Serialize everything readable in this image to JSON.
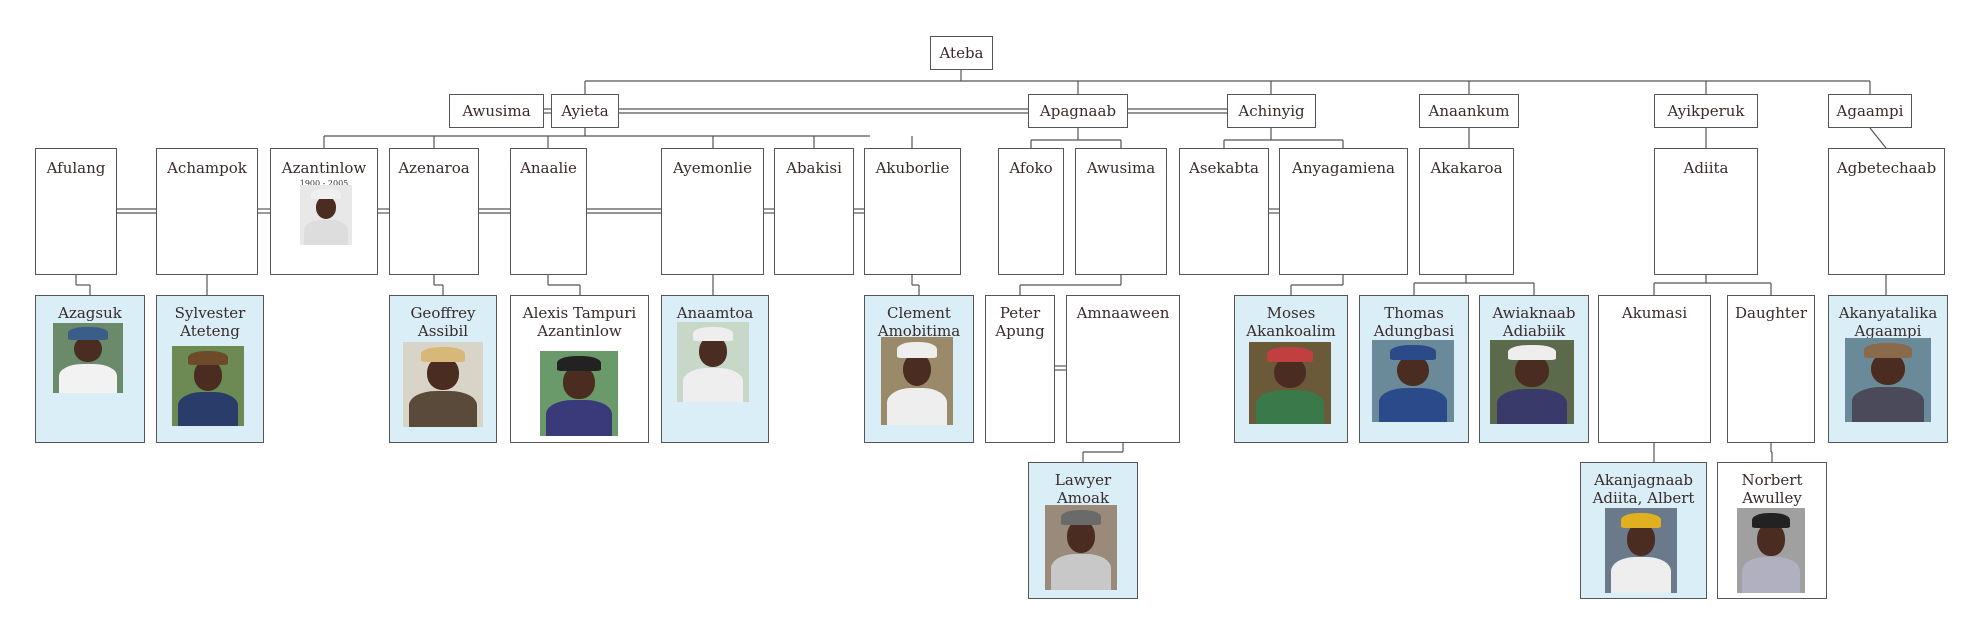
{
  "root": {
    "id": "ateba",
    "label": "Ateba"
  },
  "generation1": [
    {
      "id": "awusima-g1",
      "label": "Awusima"
    },
    {
      "id": "ayieta",
      "label": "Ayieta"
    },
    {
      "id": "apagnaab",
      "label": "Apagnaab"
    },
    {
      "id": "achinyig",
      "label": "Achinyig"
    },
    {
      "id": "anaankum",
      "label": "Anaankum"
    },
    {
      "id": "ayikperuk",
      "label": "Ayikperuk"
    },
    {
      "id": "agaampi",
      "label": "Agaampi"
    }
  ],
  "generation2": [
    {
      "id": "afulang",
      "label": "Afulang"
    },
    {
      "id": "achampok",
      "label": "Achampok"
    },
    {
      "id": "azantinlow",
      "label": "Azantinlow",
      "dates": "1900 - 2005"
    },
    {
      "id": "azenaroa",
      "label": "Azenaroa"
    },
    {
      "id": "anaalie",
      "label": "Anaalie"
    },
    {
      "id": "ayemonlie",
      "label": "Ayemonlie"
    },
    {
      "id": "abakisi",
      "label": "Abakisi"
    },
    {
      "id": "akuborlie",
      "label": "Akuborlie"
    },
    {
      "id": "afoko",
      "label": "Afoko"
    },
    {
      "id": "awusima-g2",
      "label": "Awusima"
    },
    {
      "id": "asekabta",
      "label": "Asekabta"
    },
    {
      "id": "anyagamiena",
      "label": "Anyagamiena"
    },
    {
      "id": "akakaroa",
      "label": "Akakaroa"
    },
    {
      "id": "adiita",
      "label": "Adiita"
    },
    {
      "id": "agbetechaab",
      "label": "Agbetechaab"
    }
  ],
  "generation3": [
    {
      "id": "azagsuk",
      "label": "Azagsuk"
    },
    {
      "id": "sylvester",
      "label": "Sylvester Ateteng"
    },
    {
      "id": "geoffrey",
      "label": "Geoffrey Assibil"
    },
    {
      "id": "alexis",
      "label": "Alexis Tampuri Azantinlow"
    },
    {
      "id": "anaamtoa",
      "label": "Anaamtoa"
    },
    {
      "id": "clement",
      "label": "Clement Amobitima"
    },
    {
      "id": "peter",
      "label": "Peter Apung"
    },
    {
      "id": "amnaaween",
      "label": "Amnaaween"
    },
    {
      "id": "moses",
      "label": "Moses Akankoalim"
    },
    {
      "id": "thomas",
      "label": "Thomas Adungbasi"
    },
    {
      "id": "awiaknaab",
      "label": "Awiaknaab Adiabiik"
    },
    {
      "id": "akumasi",
      "label": "Akumasi"
    },
    {
      "id": "daughter",
      "label": "Daughter"
    },
    {
      "id": "akanyatalika",
      "label": "Akanyatalika Agaampi"
    }
  ],
  "generation4": [
    {
      "id": "lawyer",
      "label": "Lawyer Amoak"
    },
    {
      "id": "akanjagnaab",
      "label": "Akanjagnaab Adiita, Albert"
    },
    {
      "id": "norbert",
      "label": "Norbert Awulley"
    }
  ],
  "colors": {
    "highlight": "#d9eef7",
    "line": "#555555",
    "text": "#3a2a2a"
  }
}
